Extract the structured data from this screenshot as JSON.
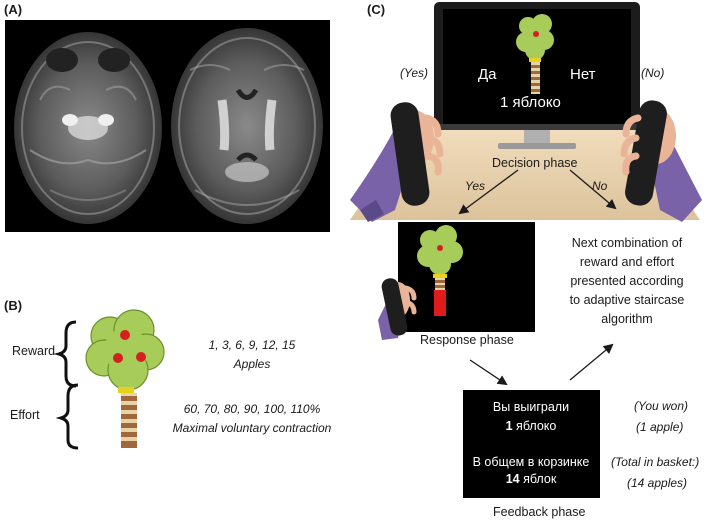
{
  "panels": {
    "a": {
      "label": "(A)"
    },
    "b": {
      "label": "(B)",
      "reward_label": "Reward",
      "effort_label": "Effort",
      "reward_values": "1, 3, 6, 9, 12, 15",
      "reward_unit": "Apples",
      "effort_values": "60, 70, 80, 90, 100, 110%",
      "effort_unit": "Maximal voluntary contraction"
    },
    "c": {
      "label": "(C)",
      "yes_en": "(Yes)",
      "no_en": "(No)",
      "screen_yes": "Да",
      "screen_no": "Нет",
      "screen_apples": "1 яблоко",
      "decision_phase": "Decision phase",
      "arrow_yes": "Yes",
      "arrow_no": "No",
      "response_phase": "Response phase",
      "next_combination": [
        "Next combination of",
        "reward and effort",
        "presented according",
        "to adaptive staircase",
        "algorithm"
      ],
      "feedback": {
        "won": "Вы выиграли",
        "won_count": "1",
        "won_unit": " яблоко",
        "total": "В общем в корзинке",
        "total_count": "14",
        "total_unit": " яблок",
        "won_en": "(You won)",
        "won_count_en": "(1 apple)",
        "total_en": "(Total in basket:)",
        "total_count_en": "(14 apples)",
        "phase": "Feedback phase"
      }
    }
  },
  "colors": {
    "tree_green": "#a8cc5a",
    "apple_red": "#d42020",
    "trunk_brown": "#a0683a",
    "trunk_light": "#e6d3a8",
    "effort_bar_red": "#e01b1b",
    "effort_bar_yellow": "#e6d21a",
    "screen_black": "#000000"
  }
}
